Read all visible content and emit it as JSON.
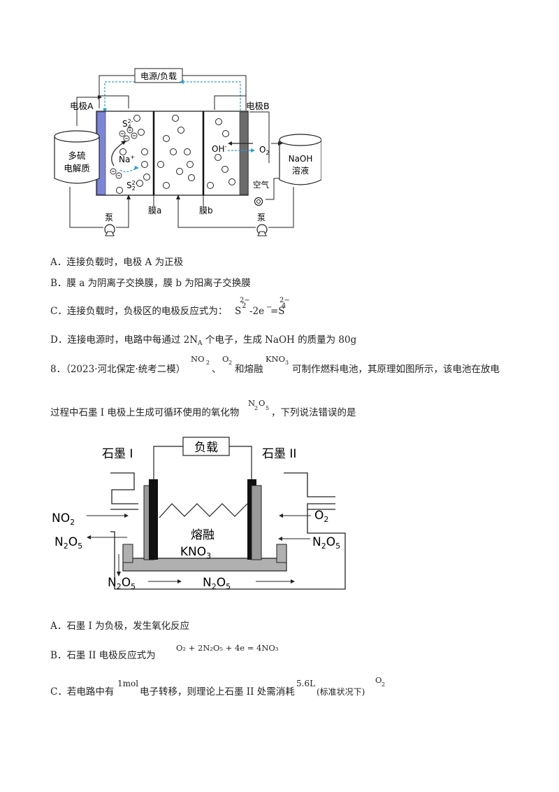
{
  "figure1": {
    "power_label": "电源/负载",
    "electrode_a": "电极A",
    "electrode_b": "电极B",
    "tank_left": [
      "多硫",
      "电解质"
    ],
    "tank_right": [
      "NaOH",
      "溶液"
    ],
    "s4": "S",
    "s4_sup": "2-",
    "s4_sub": "4",
    "s2": "S",
    "s2_sup": "2-",
    "s2_sub": "2",
    "na": "Na",
    "na_sup": "+",
    "oh": "OH",
    "oh_sup": "-",
    "o2": "O",
    "o2_sub": "2",
    "air": "空气",
    "pump_left": "泵",
    "pump_right": "泵",
    "membrane_a": "膜a",
    "membrane_b": "膜b"
  },
  "q7_options": {
    "a": "A．连接负载时，电极 A 为正极",
    "b": "B．膜 a 为阴离子交换膜，膜 b 为阳离子交换膜",
    "c": "C．连接负载时，负极区的电极反应式为：",
    "c_eq_left": "S",
    "c_eq_left_sup": "2−",
    "c_eq_left_sub": "2",
    "c_eq_mid": "-2e",
    "c_eq_mid_sup": "−",
    "c_eq_mid2": "=S",
    "c_eq_right_sup": "2−",
    "c_eq_right_sub": "4",
    "d": "D．连接电源时，电路中每通过 2N",
    "d_sub": "A",
    "d_tail": " 个电子，生成 NaOH 的质量为 80g"
  },
  "q8": {
    "number": "8．（2023·河北保定·统考二模）",
    "no2": "NO",
    "no2_sub": "2",
    "sep": "、",
    "o2": "O",
    "o2_sub": "2",
    "and_molten": "和熔融",
    "kno3": "KNO",
    "kno3_sub": "3",
    "rest": "可制作燃料电池，其原理如图所示，该电池在放电",
    "line2_a": "过程中石墨 I 电极上生成可循环使用的氧化物",
    "n2o5": "N",
    "n2o5_sub1": "2",
    "n2o5_mid": "O",
    "n2o5_sub2": "5",
    "line2_b": "，下列说法错误的是"
  },
  "figure2": {
    "load": "负载",
    "graphite1": "石墨 I",
    "graphite2": "石墨 II",
    "molten": "熔融",
    "kno3": "KNO",
    "kno3_sub": "3",
    "no2": "NO",
    "no2_sub": "2",
    "o2": "O",
    "o2_sub": "2",
    "n2o5": "N",
    "n2o5_sub1": "2",
    "n2o5_mid": "O",
    "n2o5_sub2": "5"
  },
  "q8_options": {
    "a": "A．石墨 I 为负极，发生氧化反应",
    "b": "B．石墨 II 电极反应式为",
    "b_eq": "O₂ + 2N₂O₅ + 4e  = 4NO₃",
    "c": "C．若电路中有",
    "c_mol": "1mol",
    "c_mid": "电子转移，则理论上石墨 II 处需消耗",
    "c_vol": "5.6L",
    "c_paren": "(标准状况下)",
    "c_o2": "O",
    "c_o2_sub": "2"
  },
  "colors": {
    "electrode_a_fill": "#7d86d6",
    "electrode_b_fill": "#6b6b6b",
    "arrow_blue": "#2a9fd6",
    "plate_fill": "#b0b0b0"
  }
}
